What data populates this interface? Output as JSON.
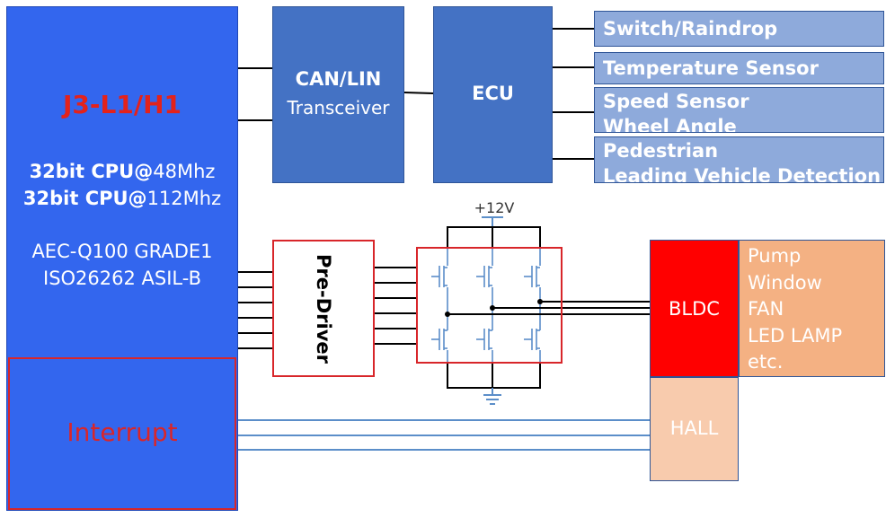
{
  "mcu": {
    "title": "J3-L1/H1",
    "cpu1_bold": "32bit CPU@",
    "cpu1_rest": "48Mhz",
    "cpu2_bold": "32bit CPU@",
    "cpu2_rest": "112Mhz",
    "cert1": "AEC-Q100 GRADE1",
    "cert2": "ISO26262 ASIL-B",
    "interrupt": "Interrupt"
  },
  "can": {
    "title": "CAN/LIN",
    "subtitle": "Transceiver"
  },
  "ecu": {
    "label": "ECU"
  },
  "sensors": [
    {
      "line1": "Switch/Raindrop",
      "line2": ""
    },
    {
      "line1": "Temperature Sensor",
      "line2": ""
    },
    {
      "line1": "Speed Sensor",
      "line2": "Wheel Angle"
    },
    {
      "line1": "Pedestrian",
      "line2": "Leading Vehicle Detection"
    }
  ],
  "predriver": {
    "label": "Pre-Driver"
  },
  "bridge": {
    "supply": "+12V"
  },
  "motor": {
    "bldc": "BLDC",
    "hall": "HALL"
  },
  "loads": [
    "Pump",
    "Window",
    "FAN",
    "LED LAMP",
    "etc."
  ],
  "colors": {
    "mcu_blue": "#3366ee",
    "box_blue": "#4472c4",
    "sensor_blue": "#8eaadb",
    "red": "#d8262a",
    "bldc_red": "#ff0000",
    "load_orange": "#f4b183",
    "hall_peach": "#f8cbad",
    "signal_line": "#5b8ec9"
  }
}
